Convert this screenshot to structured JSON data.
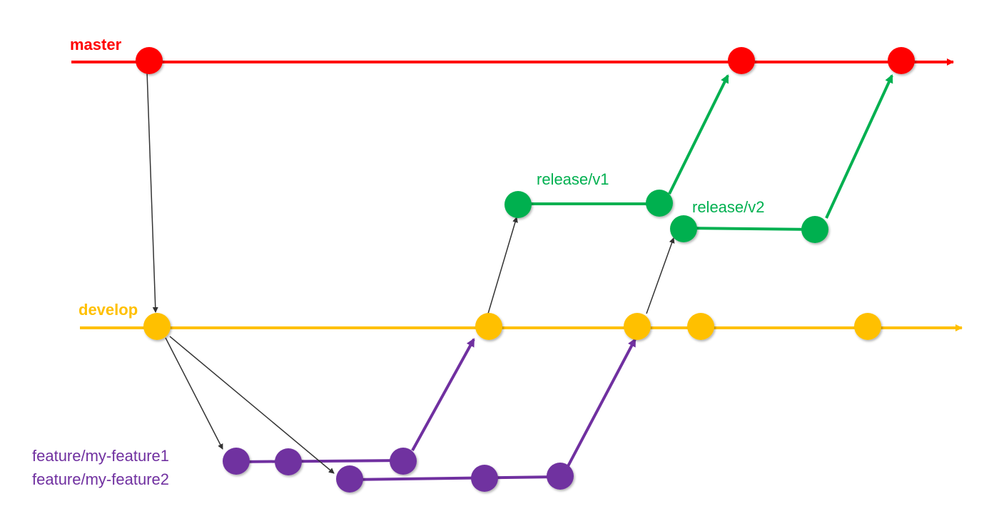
{
  "branches": {
    "master": {
      "label": "master",
      "color": "#ff0000"
    },
    "develop": {
      "label": "develop",
      "color": "#ffc000"
    },
    "release_v1": {
      "label": "release/v1",
      "color": "#00b050"
    },
    "release_v2": {
      "label": "release/v2",
      "color": "#00b050"
    },
    "feature1": {
      "label": "feature/my-feature1",
      "color": "#7030a0"
    },
    "feature2": {
      "label": "feature/my-feature2",
      "color": "#7030a0"
    }
  },
  "connector_color": "#333333"
}
